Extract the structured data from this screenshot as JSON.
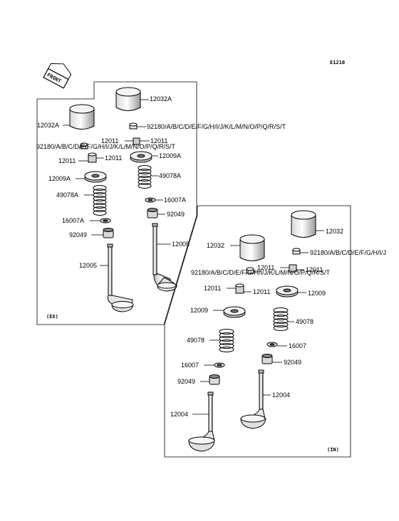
{
  "figure_code": "E1210",
  "front_label": "FRONT",
  "exhaust_box": {
    "tag": "(EX)",
    "labels": {
      "tappet_upper": "12032A",
      "tappet_lower": "12032A",
      "shim_upper": "92180/A/B/C/D/E/F/G/H/I/J/K/L/M/N/O/P/Q/R/S/T",
      "shim_lower": "92180/A/B/C/D/E/F/G/H/I/J/K/L/M/N/O/P/Q/R/S/T",
      "keeper_upper": "12011",
      "keeper_upper_right": "12011",
      "keeper_lower": "12011",
      "keeper_lower_right": "12011",
      "retainer_upper": "12009A",
      "retainer_lower": "12009A",
      "spring_upper": "49078A",
      "spring_lower": "49078A",
      "seat_upper": "16007A",
      "seat_lower": "16007A",
      "seal_upper": "92049",
      "seal_lower": "92049",
      "valve_upper": "12005",
      "valve_lower": "12005"
    }
  },
  "intake_box": {
    "tag": "(IN)",
    "labels": {
      "tappet_upper": "12032",
      "tappet_lower": "12032",
      "shim_upper": "92180/A/B/C/D/E/F/G/H/I/J",
      "shim_lower": "92180/A/B/C/D/E/F/G/H/I/J/K/L/M/N/O/P/Q/R/S/T",
      "keeper_upper": "12011",
      "keeper_lower": "12011",
      "keeper_lower_right": "12011",
      "retainer_upper": "12009",
      "retainer_lower": "12009",
      "spring_upper": "49078",
      "spring_lower": "49078",
      "seat_upper": "16007",
      "seat_lower": "16007",
      "seal_upper": "92049",
      "seal_lower": "92049",
      "valve_upper": "12004",
      "valve_lower": "12004"
    }
  }
}
